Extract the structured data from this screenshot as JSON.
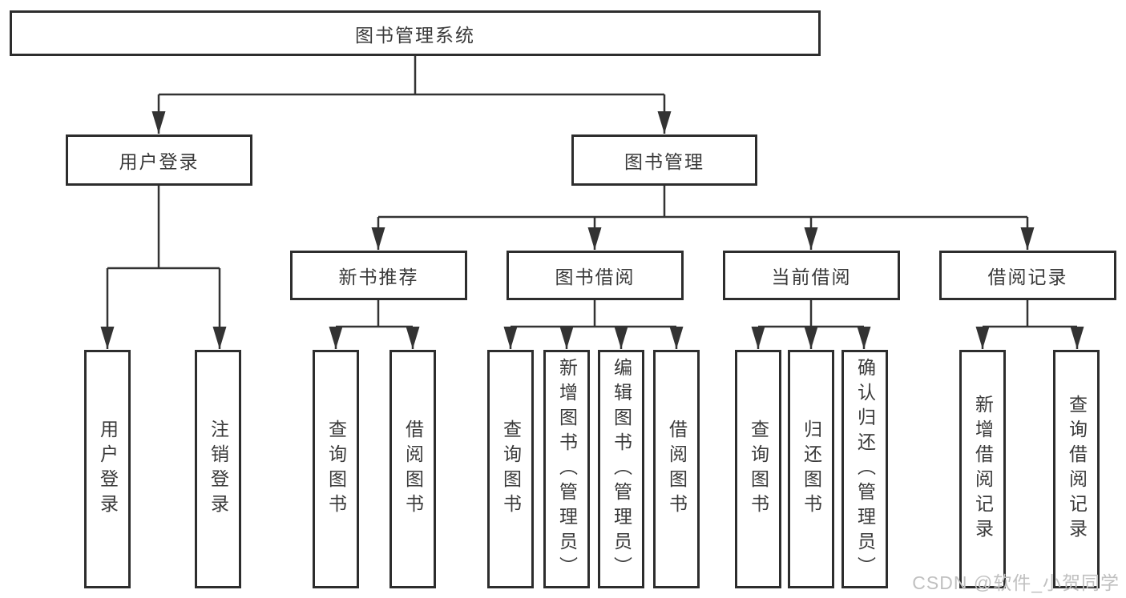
{
  "nodes": {
    "root": "图书管理系统",
    "user_login": "用户登录",
    "book_management": "图书管理",
    "new_book_recommend": "新书推荐",
    "book_borrowing": "图书借阅",
    "current_borrowing": "当前借阅",
    "borrowing_records": "借阅记录",
    "leaf_user_login": "用户登录",
    "leaf_logout": "注销登录",
    "leaf_query_books_recommend": "查询图书",
    "leaf_borrow_books_recommend": "借阅图书",
    "leaf_query_books_borrowing": "查询图书",
    "leaf_add_books_admin": "新增图书（管理员）",
    "leaf_edit_books_admin": "编辑图书（管理员）",
    "leaf_borrow_books_borrowing": "借阅图书",
    "leaf_query_books_current": "查询图书",
    "leaf_return_books": "归还图书",
    "leaf_confirm_return_admin": "确认归还（管理员）",
    "leaf_add_borrow_record": "新增借阅记录",
    "leaf_query_borrow_record": "查询借阅记录"
  },
  "watermark": "CSDN @软件_小贺同学",
  "colors": {
    "line": "#333333",
    "box_border": "#2d2d2d",
    "text": "#3a3a3a",
    "watermark": "#c0c0c0",
    "background": "#ffffff"
  }
}
